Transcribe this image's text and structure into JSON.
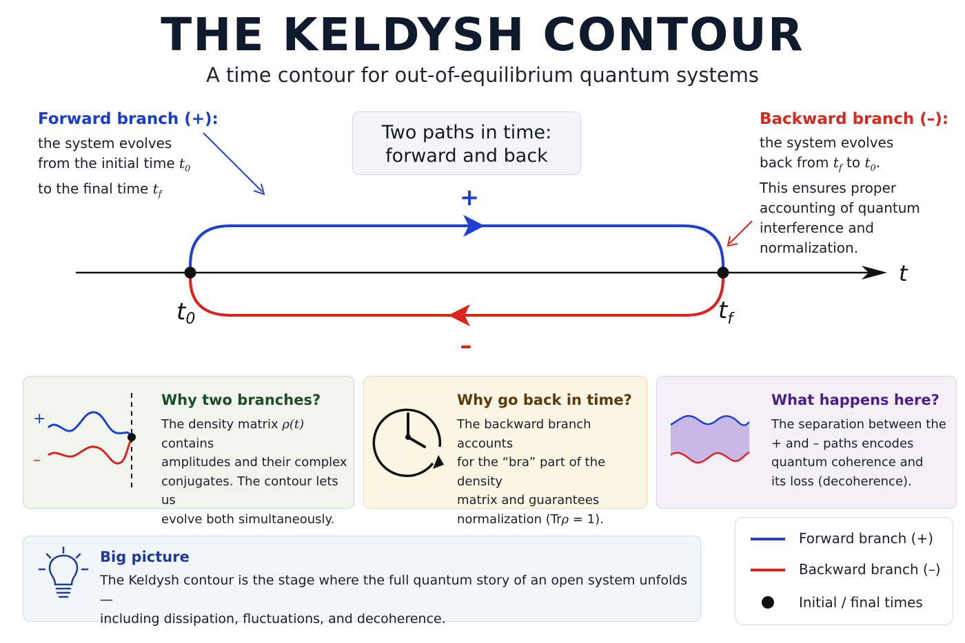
{
  "header": {
    "title": "THE KELDYSH CONTOUR",
    "subtitle": "A time contour for out-of-equilibrium quantum systems"
  },
  "forward_note": {
    "title": "Forward branch (+):",
    "line1": "the system evolves",
    "line2_prefix": "from the initial time ",
    "line2_var": "t",
    "line2_sub": "0",
    "line3_prefix": "to the final time ",
    "line3_var": "t",
    "line3_sub": "f"
  },
  "backward_note": {
    "title": "Backward branch (–):",
    "line1": "the system evolves",
    "line2_prefix": "back from ",
    "line2_var1": "t",
    "line2_sub1": "f",
    "line2_mid": " to ",
    "line2_var2": "t",
    "line2_sub2": "0",
    "line2_end": ".",
    "line3": "This ensures proper",
    "line4": "accounting of quantum",
    "line5": "interference and",
    "line6": "normalization."
  },
  "center_box": {
    "line1": "Two paths in time:",
    "line2": "forward and back"
  },
  "diagram": {
    "plus_sign": "+",
    "minus_sign": "–",
    "axis_label": "t",
    "t0_var": "t",
    "t0_sub": "0",
    "tf_var": "t",
    "tf_sub": "f"
  },
  "cards": {
    "why_two": {
      "title": "Why two branches?",
      "line1_prefix": "The density matrix ",
      "line1_math": "ρ(t)",
      "line1_suffix": " contains",
      "line2": "amplitudes and their complex",
      "line3": "conjugates. The contour lets us",
      "line4": "evolve both simultaneously.",
      "icon_plus": "+",
      "icon_minus": "–"
    },
    "why_back": {
      "title": "Why go back in time?",
      "line1": "The backward branch accounts",
      "line2": "for the “bra” part of the density",
      "line3": "matrix and guarantees",
      "line4_prefix": "normalization (Tr",
      "line4_math": "ρ",
      "line4_suffix": " = 1)."
    },
    "what": {
      "title": "What happens here?",
      "line1": "The separation between the",
      "line2": "+ and – paths encodes",
      "line3": "quantum coherence and",
      "line4": "its loss (decoherence)."
    },
    "big_picture": {
      "title": "Big picture",
      "line1": "The Keldysh contour is the stage where the full quantum story of an open system unfolds—",
      "line2": "including dissipation, fluctuations, and decoherence."
    }
  },
  "legend": {
    "forward": "Forward branch (+)",
    "backward": "Backward branch (–)",
    "points": "Initial / final times"
  },
  "colors": {
    "forward": "#1f3fd0",
    "backward": "#d8231f",
    "point": "#111111",
    "card_green_title": "#1f4a2b",
    "card_gold_title": "#5a3a10",
    "card_purple_title": "#4a1f8c",
    "card_blue_title": "#1f3a9a"
  }
}
